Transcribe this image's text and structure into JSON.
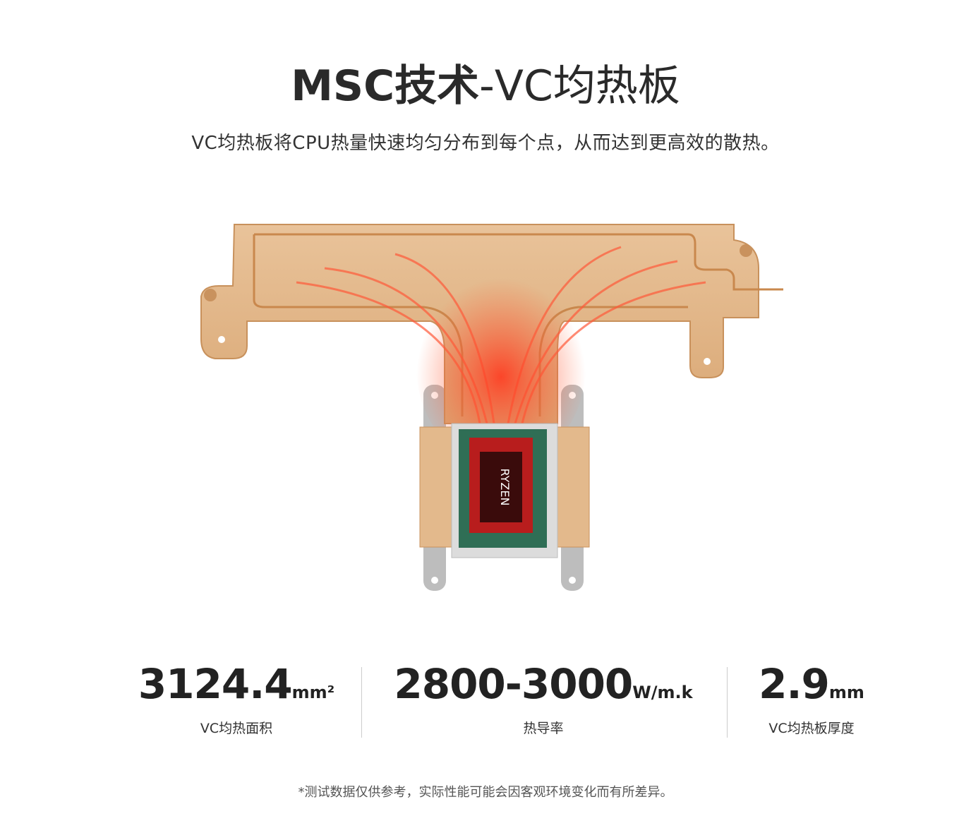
{
  "header": {
    "title_bold": "MSC技术",
    "title_light": "-VC均热板",
    "subtitle": "VC均热板将CPU热量快速均匀分布到每个点，从而达到更高效的散热。"
  },
  "illustration": {
    "chip_label": "RYZEN",
    "colors": {
      "copper": "#e0b88a",
      "heat": "#e8452a",
      "bracket": "#b8b8b8"
    }
  },
  "stats": [
    {
      "value": "3124.4",
      "unit": "mm²",
      "label": "VC均热面积"
    },
    {
      "value": "2800-3000",
      "unit": "W/m.k",
      "label": "热导率"
    },
    {
      "value": "2.9",
      "unit": "mm",
      "label": "VC均热板厚度"
    }
  ],
  "footer": {
    "note": "*测试数据仅供参考，实际性能可能会因客观环境变化而有所差异。"
  }
}
